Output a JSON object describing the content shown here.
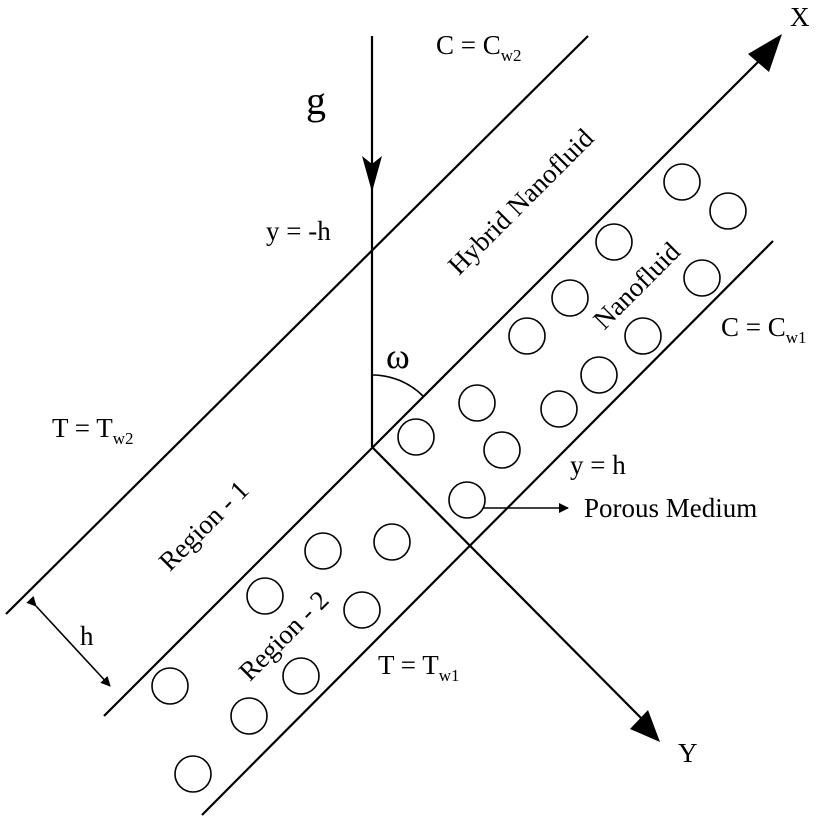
{
  "labels": {
    "x_axis": "X",
    "y_axis": "Y",
    "gravity": "g",
    "angle": "ω",
    "y_top": "y = -h",
    "y_bottom": "y = h",
    "h": "h",
    "hybrid_nanofluid": "Hybrid Nanofluid",
    "nanofluid": "Nanofluid",
    "region1": "Region - 1",
    "region2": "Region - 2",
    "porous_medium": "Porous Medium",
    "c_top": {
      "base": "C = C",
      "sub": "w2"
    },
    "c_bottom": {
      "base": "C = C",
      "sub": "w1"
    },
    "t_top": {
      "base": "T = T",
      "sub": "w2"
    },
    "t_bottom": {
      "base": "T = T",
      "sub": "w1"
    }
  },
  "colors": {
    "stroke": "#000000",
    "background": "#ffffff"
  }
}
